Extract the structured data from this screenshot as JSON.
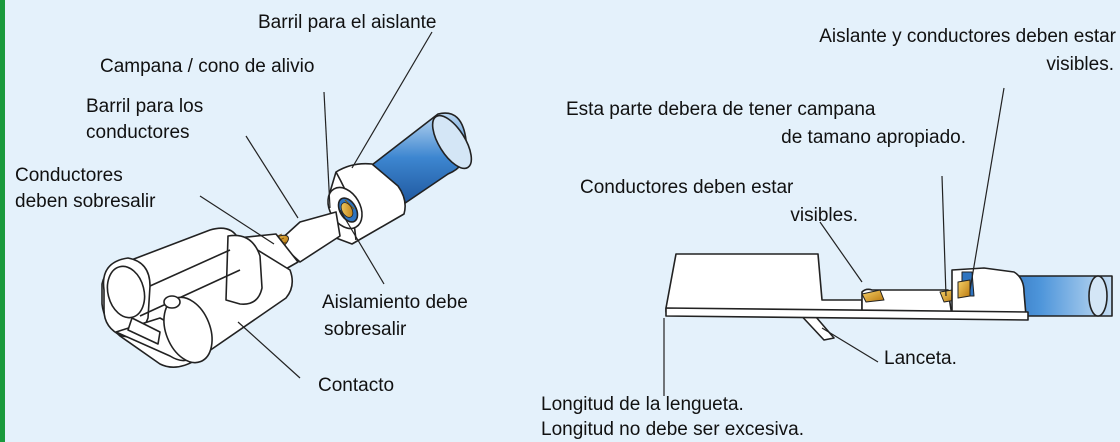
{
  "labels": {
    "barril_aislante": "Barril para el aislante",
    "campana_cono": "Campana / cono de alivio",
    "barril_conductores_1": "Barril para los",
    "barril_conductores_2": "conductores",
    "cond_sobresalir_1": "Conductores",
    "cond_sobresalir_2": "deben sobresalir",
    "aislamiento_1": "Aislamiento debe",
    "aislamiento_2": "sobresalir",
    "contacto": "Contacto",
    "aislante_visibles_1": "Aislante y conductores deben estar",
    "aislante_visibles_2": "visibles.",
    "campana_tamano_1": "Esta parte debera de tener campana",
    "campana_tamano_2": "de tamano apropiado.",
    "cond_visibles_1": "Conductores deben estar",
    "cond_visibles_2": "visibles.",
    "lanceta": "Lanceta.",
    "longitud_1": "Longitud de la lengueta.",
    "longitud_2": "Longitud no debe ser excesiva."
  },
  "colors": {
    "background": "#e4f1fb",
    "accent_bar": "#1a9a3c",
    "cable_blue": "#2e74c0",
    "terminal_fill": "#ffffff",
    "copper": "#e0a020"
  }
}
